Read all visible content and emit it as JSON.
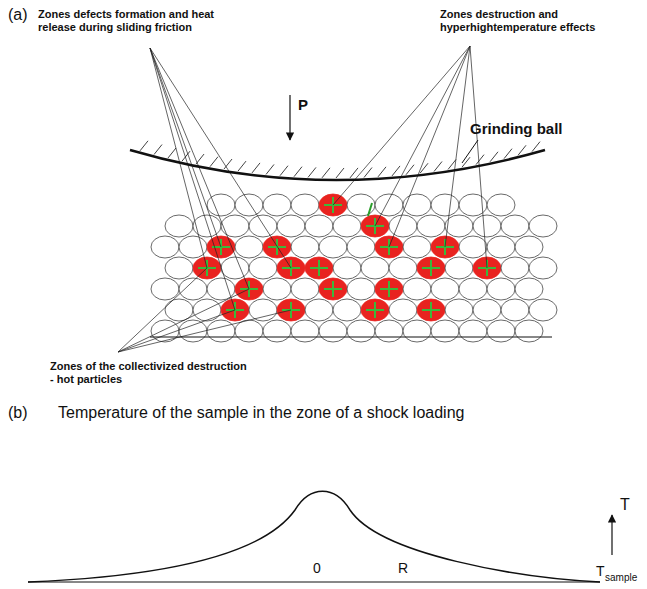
{
  "diagram": {
    "labels": [
      "(a)",
      "Zones defects formation and heat release during sliding friction",
      "Zones destruction and hyperhightemperature effects",
      "P",
      "Grinding ball",
      "Zones of the collectivized destruction - hot particles",
      "(b)",
      "Temperature of the sample in the zone of a shock loading",
      "T",
      "0",
      "R",
      "T",
      "sample"
    ]
  }
}
